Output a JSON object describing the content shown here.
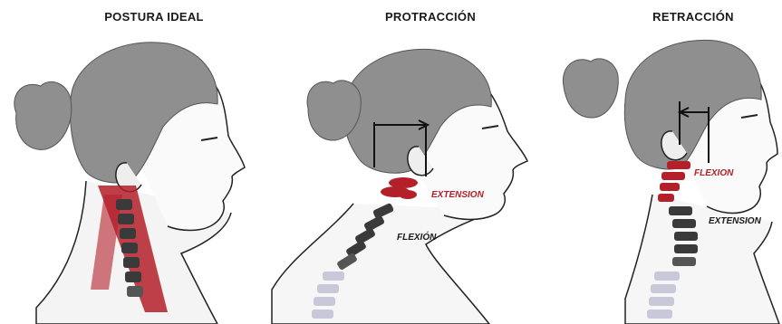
{
  "panels": [
    {
      "title": "POSTURA IDEAL",
      "labels": []
    },
    {
      "title": "PROTRACCIÓN",
      "labels": [
        {
          "text": "EXTENSION"
        },
        {
          "text": "FLEXIÓN"
        }
      ]
    },
    {
      "title": "RETRACCIÓN",
      "labels": [
        {
          "text": "FLEXION"
        },
        {
          "text": "EXTENSION"
        }
      ]
    }
  ],
  "colors": {
    "hair": "#8f8f8f",
    "muscle_red": "#b3202a",
    "vertebra_dark": "#3a3a3a",
    "vertebra_light": "#c8c8d8",
    "outline": "#222222",
    "label_red": "#b3202a",
    "label_dark": "#1a1a1a"
  }
}
